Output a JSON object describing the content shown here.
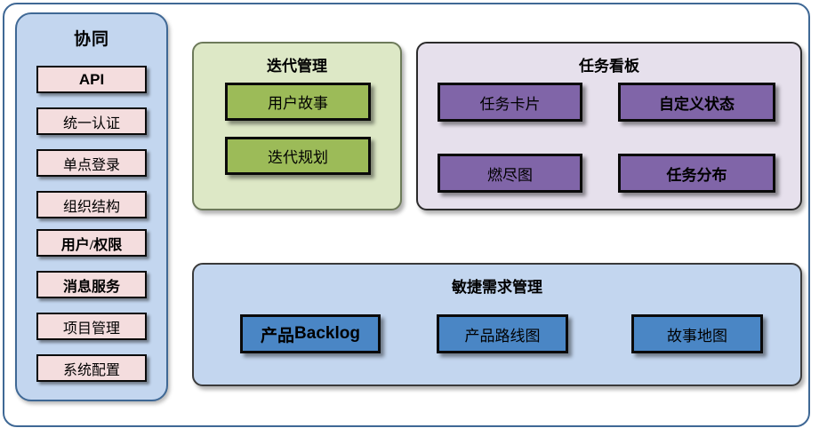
{
  "diagram": {
    "title_hidden": "",
    "sidebar": {
      "title": "协同",
      "items": [
        {
          "label": "API",
          "style": "bold"
        },
        {
          "label": "统一认证",
          "style": "serif"
        },
        {
          "label": "单点登录",
          "style": "serif"
        },
        {
          "label": "组织结构",
          "style": "serif"
        },
        {
          "label": "用户/权限",
          "style": "serif-bold"
        },
        {
          "label": "消息服务",
          "style": "serif-bold"
        },
        {
          "label": "项目管理",
          "style": "serif"
        },
        {
          "label": "系统配置",
          "style": "serif"
        }
      ]
    },
    "panels": [
      {
        "id": "iteration",
        "title": "迭代管理",
        "color": "green",
        "nodes": [
          {
            "label": "用户故事"
          },
          {
            "label": "迭代规划"
          }
        ]
      },
      {
        "id": "taskboard",
        "title": "任务看板",
        "color": "purple",
        "nodes": [
          {
            "label": "任务卡片"
          },
          {
            "label": "自定义状态"
          },
          {
            "label": "燃尽图"
          },
          {
            "label": "任务分布"
          }
        ]
      },
      {
        "id": "agile",
        "title": "敏捷需求管理",
        "color": "blue",
        "nodes": [
          {
            "label_cjk": "产品",
            "label_latin": "Backlog"
          },
          {
            "label": "产品路线图"
          },
          {
            "label": "故事地图"
          }
        ]
      }
    ]
  },
  "colors": {
    "frame_border": "#3f6895",
    "sidebar_bg": "#c3d6ef",
    "sidebar_item_bg": "#f4ddde",
    "iteration_panel_bg": "#dde8c6",
    "iteration_node_bg": "#9cbb58",
    "taskboard_panel_bg": "#e6e0ec",
    "taskboard_node_bg": "#8065a8",
    "agile_panel_bg": "#c3d6ef",
    "agile_node_bg": "#4a86c5",
    "node_border": "#0a0a0a"
  }
}
